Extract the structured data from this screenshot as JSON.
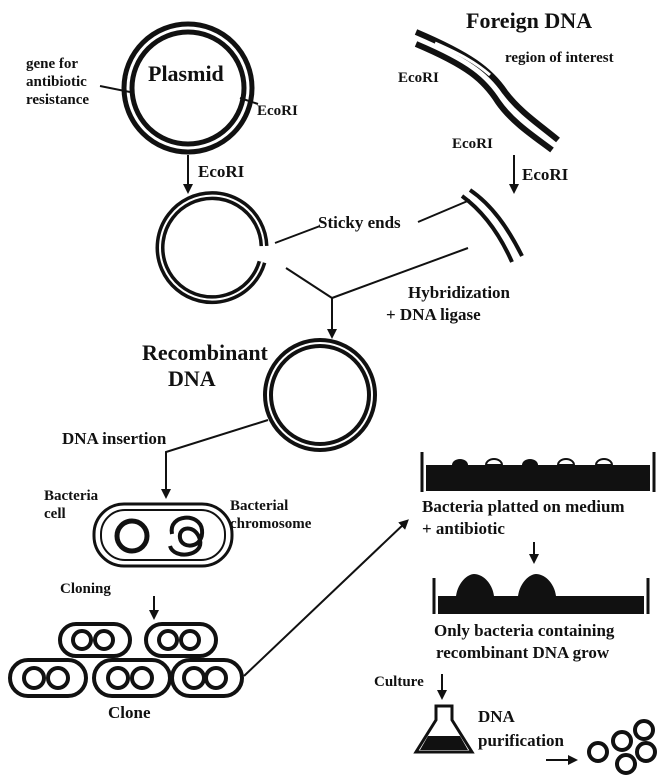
{
  "labels": {
    "plasmid": "Plasmid",
    "gene_line1": "gene for",
    "gene_line2": "antibiotic",
    "gene_line3": "resistance",
    "ecori_plasmid_site": "EcoRI",
    "ecori_arrow_left": "EcoRI",
    "foreign_dna": "Foreign DNA",
    "region_of_interest": "region of interest",
    "ecori_foreign_left": "EcoRI",
    "ecori_foreign_right": "EcoRI",
    "ecori_arrow_right": "EcoRI",
    "sticky_ends": "Sticky ends",
    "hybridization": "Hybridization",
    "dna_ligase": "+ DNA ligase",
    "recombinant_line1": "Recombinant",
    "recombinant_line2": "DNA",
    "dna_insertion": "DNA insertion",
    "bacteria_line1": "Bacteria",
    "bacteria_line2": "cell",
    "chromosome_line1": "Bacterial",
    "chromosome_line2": "chromosome",
    "cloning": "Cloning",
    "clone": "Clone",
    "plated_line1": "Bacteria platted on medium",
    "plated_line2": "+ antibiotic",
    "only_line1": "Only bacteria containing",
    "only_line2": "recombinant DNA grow",
    "culture": "Culture",
    "purification_line1": "DNA",
    "purification_line2": "purification"
  },
  "colors": {
    "ink": "#111111",
    "paper": "#ffffff"
  }
}
